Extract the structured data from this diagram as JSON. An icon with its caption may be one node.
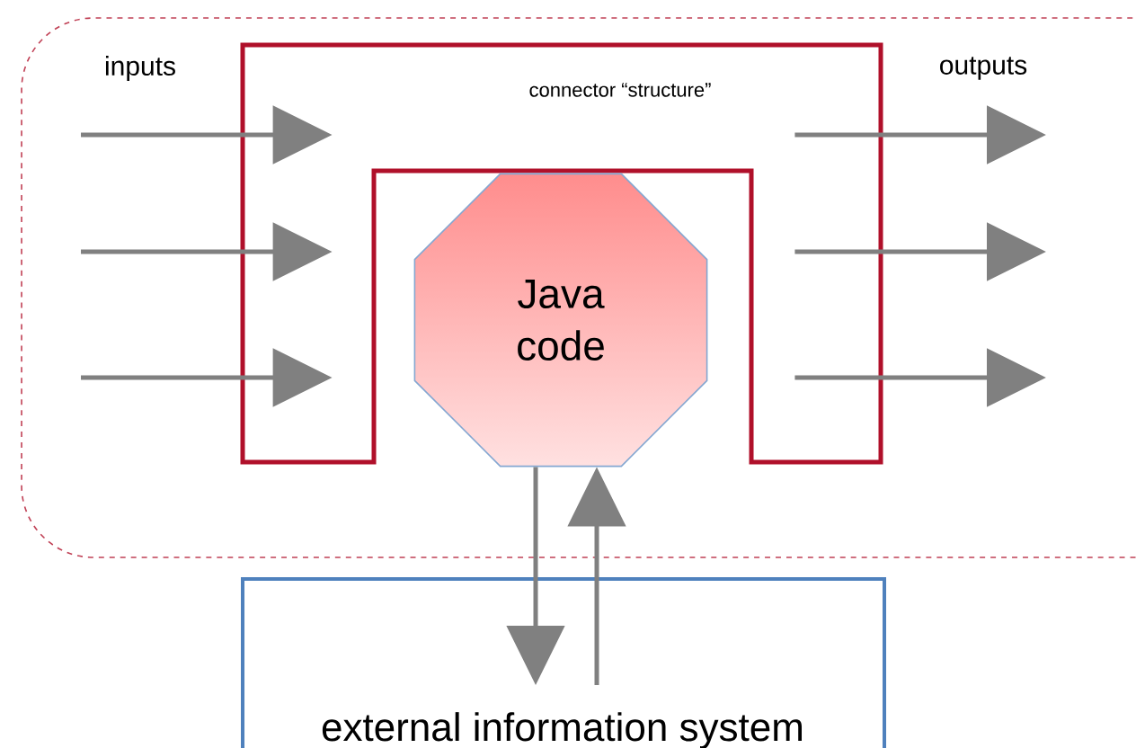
{
  "diagram": {
    "nodes": [
      {
        "text": [],
        "shape": "box"
      },
      {
        "text": [
          "connector “structure”"
        ],
        "in": 0
      },
      {
        "text": [
          "Java code"
        ],
        "in": 0
      },
      {
        "text": [
          "external information system"
        ]
      }
    ],
    "edges": [
      {
        "from": null,
        "to": 1,
        "arrow": "to"
      },
      {
        "from": null,
        "to": 1,
        "arrow": "to"
      },
      {
        "from": null,
        "to": 1,
        "arrow": "to"
      },
      {
        "from": 1,
        "to": null,
        "arrow": "to"
      },
      {
        "from": 1,
        "to": null,
        "arrow": "to"
      },
      {
        "from": 1,
        "to": null,
        "arrow": "to"
      },
      {
        "from": 2,
        "to": 3,
        "arrow": "to"
      },
      {
        "from": 3,
        "to": 2,
        "arrow": "to"
      }
    ],
    "labels": [
      "inputs",
      "outputs"
    ]
  }
}
